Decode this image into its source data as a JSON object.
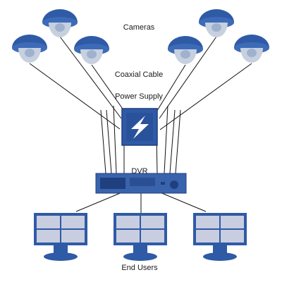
{
  "labels": {
    "cameras": "Cameras",
    "coaxial_cable": "Coaxial Cable",
    "power_supply": "Power Supply",
    "dvr": "DVR",
    "end_users": "End Users"
  },
  "colors": {
    "device_blue": "#2f5aa6",
    "device_dark": "#1f3f7e",
    "device_light": "#3e6bb8",
    "camera_lens": "#c7d0de",
    "lens_center": "#9fb1cf",
    "screen_fill": "#c8cde0",
    "wire": "#111111",
    "text": "#1a1a1a"
  },
  "icons": [
    "dome-camera-icon",
    "power-lightning-icon",
    "dvr-recorder-icon",
    "monitor-icon"
  ]
}
